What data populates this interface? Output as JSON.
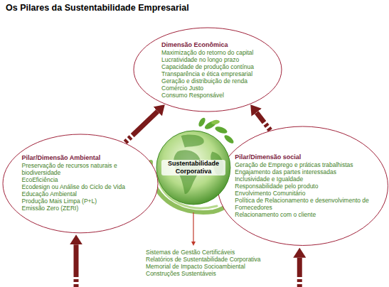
{
  "diagram": {
    "title": "Os Pilares da Sustentabilidade Empresarial",
    "nodes": [
      {
        "text": [
          "Dimensão Econômica",
          "Maximização do retorno do capital",
          "Lucratividade no longo prazo",
          "Capacidade de produção contínua",
          "Transparência e ética empresarial",
          "Geração e distribuição de renda",
          "Comércio Justo",
          "Consumo Responsável"
        ]
      },
      {
        "text": [
          "Pilar/Dimensão Ambiental",
          "Preservação de recursos naturais e biodiversidade",
          "EcoEficiência",
          "Ecodesign ou Análise do Ciclo de Vida",
          "Educação Ambiental",
          "Produção Mais Limpa (P+L)",
          "Emissão Zero (ZERI)"
        ]
      },
      {
        "text": [
          "Pilar/Dimensão social",
          "Geração de Emprego e práticas trabalhistas",
          "Engajamento das partes interessadas",
          "Inclusividade e Igualdade",
          "Responsabilidade pelo produto",
          "Envolvimento Comunitário",
          "Política de Relacionamento e desenvolvimento de Fornecedores",
          "Relacionamento com o cliente"
        ]
      },
      {
        "text": [
          "Sustentabilidade Corporativa"
        ]
      }
    ],
    "edges": [
      {
        "from": 1,
        "to": 0,
        "arrow": "to"
      },
      {
        "from": 2,
        "to": 0,
        "arrow": "to"
      }
    ],
    "labels": [
      "Sistemas de Gestão Certificáveis",
      "Relatórios de Sustentabilidade Corporativa",
      "Memorial de Impacto Socioambiental",
      "Construções Sustentáveis"
    ]
  }
}
